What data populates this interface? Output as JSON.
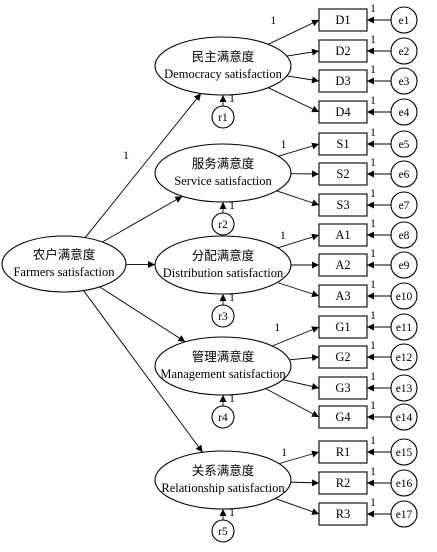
{
  "root": {
    "label_cn": "农户满意度",
    "label_en": "Farmers satisfaction"
  },
  "factors": [
    {
      "id": "f1",
      "label_cn": "民主满意度",
      "label_en": "Democracy satisfaction",
      "residual": "r1",
      "residual_weight": "1",
      "path_weight": "1",
      "indicators": [
        {
          "label": "D1",
          "error": "e1",
          "loading": "1",
          "error_weight": "1"
        },
        {
          "label": "D2",
          "error": "e2",
          "loading": "",
          "error_weight": "1"
        },
        {
          "label": "D3",
          "error": "e3",
          "loading": "",
          "error_weight": "1"
        },
        {
          "label": "D4",
          "error": "e4",
          "loading": "",
          "error_weight": "1"
        }
      ]
    },
    {
      "id": "f2",
      "label_cn": "服务满意度",
      "label_en": "Service satisfaction",
      "residual": "r2",
      "residual_weight": "1",
      "path_weight": "",
      "indicators": [
        {
          "label": "S1",
          "error": "e5",
          "loading": "1",
          "error_weight": "1"
        },
        {
          "label": "S2",
          "error": "e6",
          "loading": "",
          "error_weight": "1"
        },
        {
          "label": "S3",
          "error": "e7",
          "loading": "",
          "error_weight": "1"
        }
      ]
    },
    {
      "id": "f3",
      "label_cn": "分配满意度",
      "label_en": "Distribution satisfaction",
      "residual": "r3",
      "residual_weight": "1",
      "path_weight": "",
      "indicators": [
        {
          "label": "A1",
          "error": "e8",
          "loading": "1",
          "error_weight": "1"
        },
        {
          "label": "A2",
          "error": "e9",
          "loading": "",
          "error_weight": "1"
        },
        {
          "label": "A3",
          "error": "e10",
          "loading": "",
          "error_weight": "1"
        }
      ]
    },
    {
      "id": "f4",
      "label_cn": "管理满意度",
      "label_en": "Management satisfaction",
      "residual": "r4",
      "residual_weight": "1",
      "path_weight": "",
      "indicators": [
        {
          "label": "G1",
          "error": "e11",
          "loading": "1",
          "error_weight": "1"
        },
        {
          "label": "G2",
          "error": "e12",
          "loading": "",
          "error_weight": "1"
        },
        {
          "label": "G3",
          "error": "e13",
          "loading": "",
          "error_weight": "1"
        },
        {
          "label": "G4",
          "error": "e14",
          "loading": "",
          "error_weight": "1"
        }
      ]
    },
    {
      "id": "f5",
      "label_cn": "关系满意度",
      "label_en": "Relationship satisfaction",
      "residual": "r5",
      "residual_weight": "1",
      "path_weight": "",
      "indicators": [
        {
          "label": "R1",
          "error": "e15",
          "loading": "1",
          "error_weight": "1"
        },
        {
          "label": "R2",
          "error": "e16",
          "loading": "",
          "error_weight": "1"
        },
        {
          "label": "R3",
          "error": "e17",
          "loading": "",
          "error_weight": "1"
        }
      ]
    }
  ]
}
